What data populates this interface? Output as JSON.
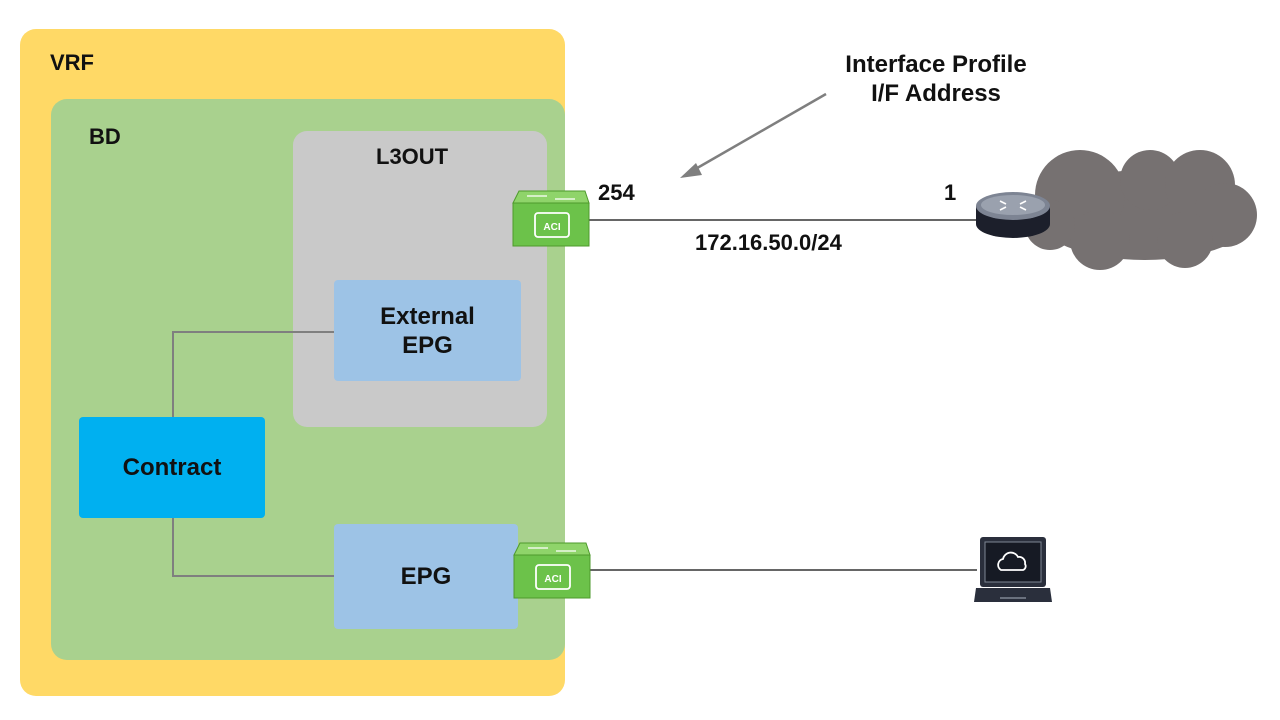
{
  "vrf": {
    "label": "VRF"
  },
  "bd": {
    "label": "BD"
  },
  "l3out": {
    "label": "L3OUT"
  },
  "external_epg": {
    "line1": "External",
    "line2": "EPG"
  },
  "epg": {
    "label": "EPG"
  },
  "contract": {
    "label": "Contract"
  },
  "annotation": {
    "line1": "Interface Profile",
    "line2": "I/F Address"
  },
  "link": {
    "left_address": "254",
    "right_address": "1",
    "subnet": "172.16.50.0/24"
  },
  "switch": {
    "badge": "ACI"
  },
  "colors": {
    "vrf": "#FFD966",
    "bd": "#A9D18E",
    "l3out": "#C9C9C9",
    "epg": "#9DC3E6",
    "contract": "#00B0F0",
    "switch": "#6CC24A",
    "cloud": "#767171",
    "wire": "#7F7F7F"
  },
  "icons": [
    "aci-switch-icon",
    "router-icon",
    "cloud-icon",
    "laptop-icon",
    "arrow-icon"
  ]
}
